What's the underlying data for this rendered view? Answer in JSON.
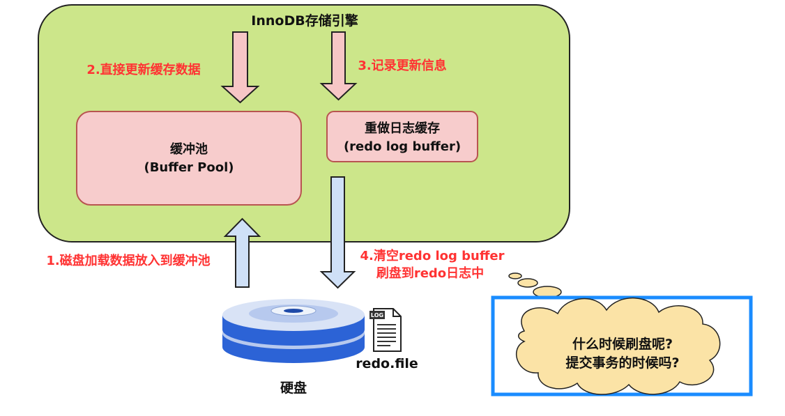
{
  "engine": {
    "title": "InnoDB存储引擎"
  },
  "buffer_pool": {
    "line1": "缓冲池",
    "line2": "(Buffer Pool)"
  },
  "redo_buffer": {
    "line1": "重做日志缓存",
    "line2": "(redo log buffer)"
  },
  "steps": {
    "step1": "1.磁盘加载数据放入到缓冲池",
    "step2": "2.直接更新缓存数据",
    "step3": "3.记录更新信息",
    "step4_line1": "4.清空redo log buffer",
    "step4_line2": "刷盘到redo日志中"
  },
  "disk": {
    "label": "硬盘"
  },
  "file": {
    "tag": "LOG",
    "label": "redo.file"
  },
  "thought": {
    "line1": "什么时候刷盘呢?",
    "line2": "提交事务的时候吗?"
  },
  "colors": {
    "engine_fill": "#cce68a",
    "box_fill": "#f7cccc",
    "box_stroke": "#b85450",
    "down_arrow": "#f7c6c6",
    "up_arrow": "#cfe0f7",
    "step_text": "#ff3333",
    "highlight": "#1a8cff",
    "cloud_fill": "#fbe3a6"
  }
}
